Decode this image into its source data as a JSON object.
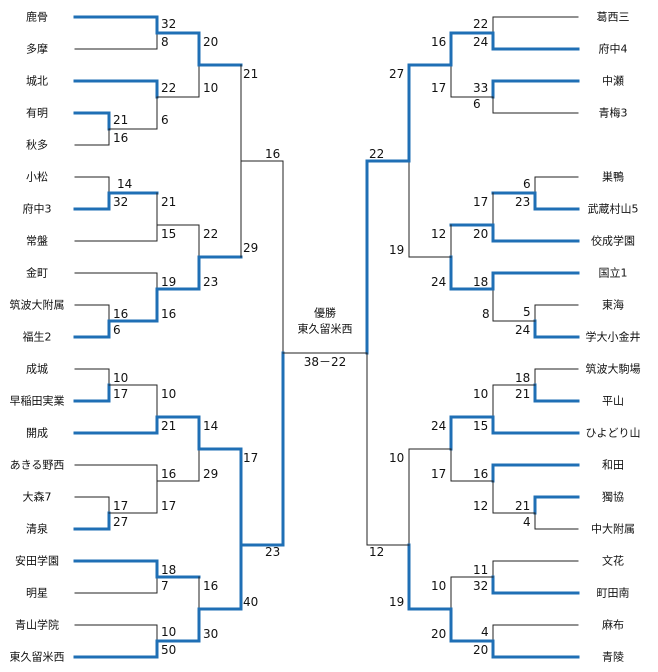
{
  "bracket": {
    "champion_title": "優勝",
    "champion_team": "東久留米西",
    "final_score": "38－22",
    "colors": {
      "advance": "#1f6fb5",
      "line": "#222222",
      "text": "#111111"
    },
    "left_teams": [
      "鹿骨",
      "多摩",
      "城北",
      "有明",
      "秋多",
      "小松",
      "府中3",
      "常盤",
      "金町",
      "筑波大附属",
      "福生2",
      "成城",
      "早稲田実業",
      "開成",
      "あきる野西",
      "大森7",
      "清泉",
      "安田学園",
      "明星",
      "青山学院",
      "東久留米西"
    ],
    "right_teams": [
      "葛西三",
      "府中4",
      "中瀬",
      "青梅3",
      "巣鴨",
      "武蔵村山5",
      "佼成学園",
      "国立1",
      "東海",
      "学大小金井",
      "筑波大駒場",
      "平山",
      "ひよどり山",
      "和田",
      "獨協",
      "中大附属",
      "文花",
      "町田南",
      "麻布",
      "青陵"
    ],
    "left_scores": [
      "32",
      "8",
      "20",
      "22",
      "10",
      "21",
      "16",
      "6",
      "21",
      "16",
      "14",
      "32",
      "21",
      "15",
      "22",
      "19",
      "23",
      "16",
      "6",
      "16",
      "29",
      "10",
      "17",
      "10",
      "21",
      "14",
      "16",
      "29",
      "17",
      "17",
      "27",
      "17",
      "23",
      "18",
      "7",
      "16",
      "10",
      "50",
      "30",
      "40"
    ],
    "right_scores": [
      "22",
      "24",
      "16",
      "33",
      "6",
      "17",
      "27",
      "22",
      "6",
      "23",
      "17",
      "20",
      "12",
      "19",
      "18",
      "24",
      "5",
      "24",
      "8",
      "18",
      "21",
      "10",
      "15",
      "24",
      "16",
      "17",
      "21",
      "4",
      "12",
      "10",
      "11",
      "32",
      "10",
      "4",
      "20",
      "20",
      "19",
      "12"
    ]
  }
}
